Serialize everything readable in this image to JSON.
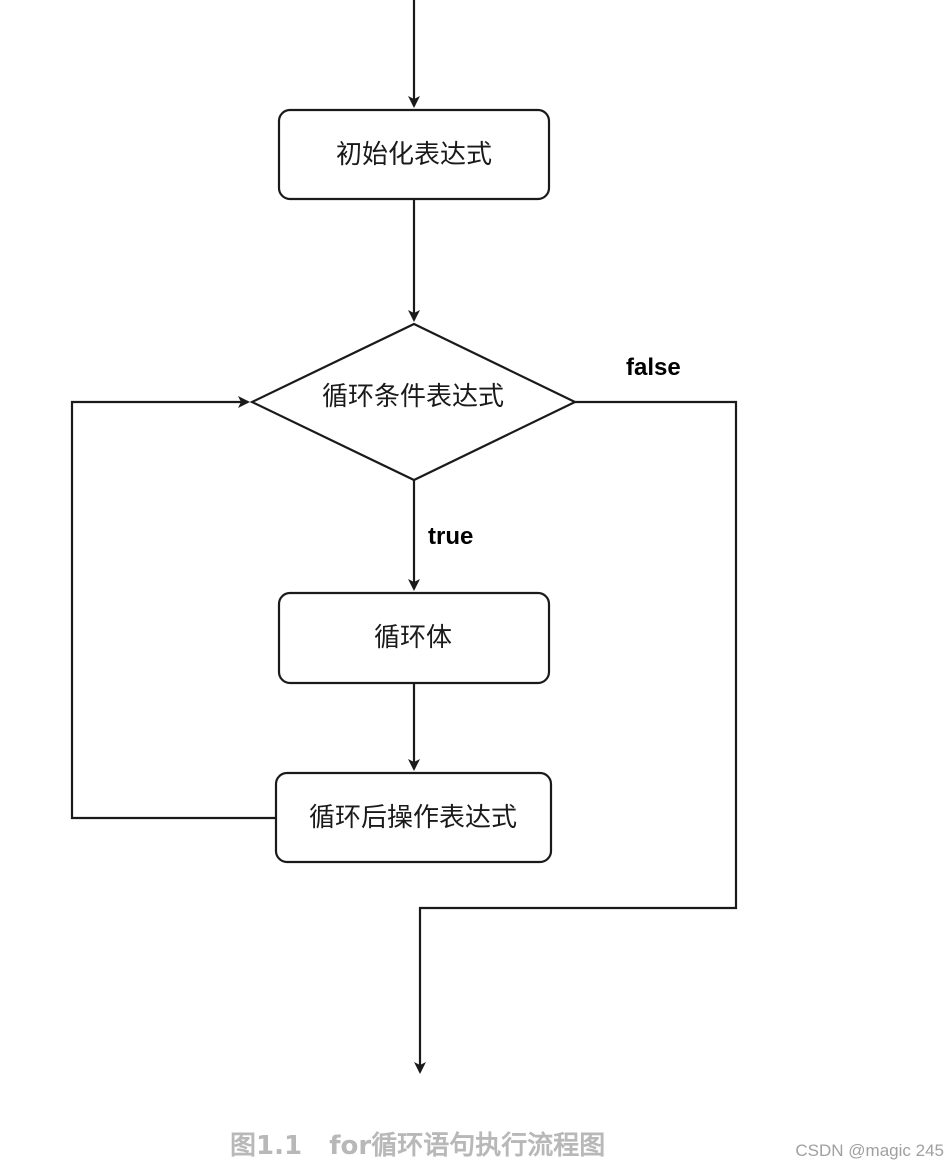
{
  "diagram": {
    "type": "flowchart",
    "nodes": {
      "init": "初始化表达式",
      "condition": "循环条件表达式",
      "body": "循环体",
      "post": "循环后操作表达式"
    },
    "edge_labels": {
      "true": "true",
      "false": "false"
    },
    "edges": [
      {
        "from": "entry",
        "to": "init"
      },
      {
        "from": "init",
        "to": "condition"
      },
      {
        "from": "condition",
        "to": "body",
        "label": "true"
      },
      {
        "from": "condition",
        "to": "exit",
        "label": "false"
      },
      {
        "from": "body",
        "to": "post"
      },
      {
        "from": "post",
        "to": "condition"
      }
    ]
  },
  "caption": "图1.1   for循环语句执行流程图",
  "watermark": "CSDN @magic 245",
  "colors": {
    "stroke": "#1a1a1a",
    "caption": "#b8b8b8",
    "watermark": "#a0a0a0"
  }
}
